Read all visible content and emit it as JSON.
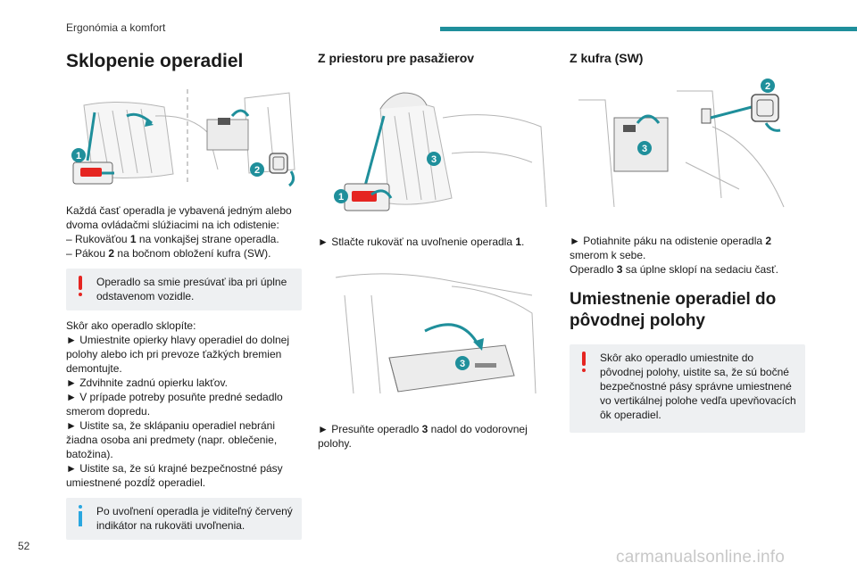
{
  "header": {
    "section": "Ergonómia a komfort"
  },
  "colors": {
    "accent": "#1f8f9b",
    "warning": "#e52521",
    "info": "#2aa7e0",
    "box": "#eef0f2"
  },
  "col1": {
    "title": "Sklopenie operadiel",
    "callouts": [
      "1",
      "2"
    ],
    "intro_line1": "Každá časť operadla je vybavená jedným alebo dvoma ovládačmi slúžiacimi na ich odistenie:",
    "intro_line2_a": "– Rukoväťou ",
    "intro_line2_b": "1",
    "intro_line2_c": " na vonkajšej strane operadla.",
    "intro_line3_a": "– Pákou ",
    "intro_line3_b": "2",
    "intro_line3_c": " na bočnom obložení kufra (SW).",
    "warning": "Operadlo sa smie presúvať iba pri úplne odstavenom vozidle.",
    "steps_intro": "Skôr ako operadlo sklopíte:",
    "steps": [
      "► Umiestnite opierky hlavy operadiel do dolnej polohy alebo ich pri prevoze ťažkých bremien demontujte.",
      "► Zdvihnite zadnú opierku lakťov.",
      "► V prípade potreby posuňte predné sedadlo smerom dopredu.",
      "► Uistite sa, že sklápaniu operadiel nebráni žiadna osoba ani predmety (napr. oblečenie, batožina).",
      "► Uistite sa, že sú krajné bezpečnostné pásy umiestnené pozdĺž operadiel."
    ],
    "info": "Po uvoľnení operadla je viditeľný červený indikátor na rukoväti uvoľnenia."
  },
  "col2": {
    "title": "Z priestoru pre pasažierov",
    "callouts_a": [
      "3",
      "1"
    ],
    "step1_a": "► Stlačte rukoväť na uvoľnenie operadla ",
    "step1_b": "1",
    "step1_c": ".",
    "callouts_b": [
      "3"
    ],
    "step2_a": "► Presuňte operadlo ",
    "step2_b": "3",
    "step2_c": " nadol do vodorovnej polohy."
  },
  "col3": {
    "title": "Z kufra (SW)",
    "callouts": [
      "2",
      "3"
    ],
    "step1_a": "► Potiahnite páku na odistenie operadla ",
    "step1_b": "2",
    "step1_c": " smerom k sebe.",
    "step2_a": "Operadlo ",
    "step2_b": "3",
    "step2_c": " sa úplne sklopí na sedaciu časť.",
    "title2": "Umiestnenie operadiel do pôvodnej polohy",
    "warning": "Skôr ako operadlo umiestnite do pôvodnej polohy, uistite sa, že sú bočné bezpečnostné pásy správne umiestnené vo vertikálnej polohe vedľa upevňovacích ôk operadiel."
  },
  "footer": {
    "page_number": "52",
    "watermark": "carmanualsonline.info"
  }
}
